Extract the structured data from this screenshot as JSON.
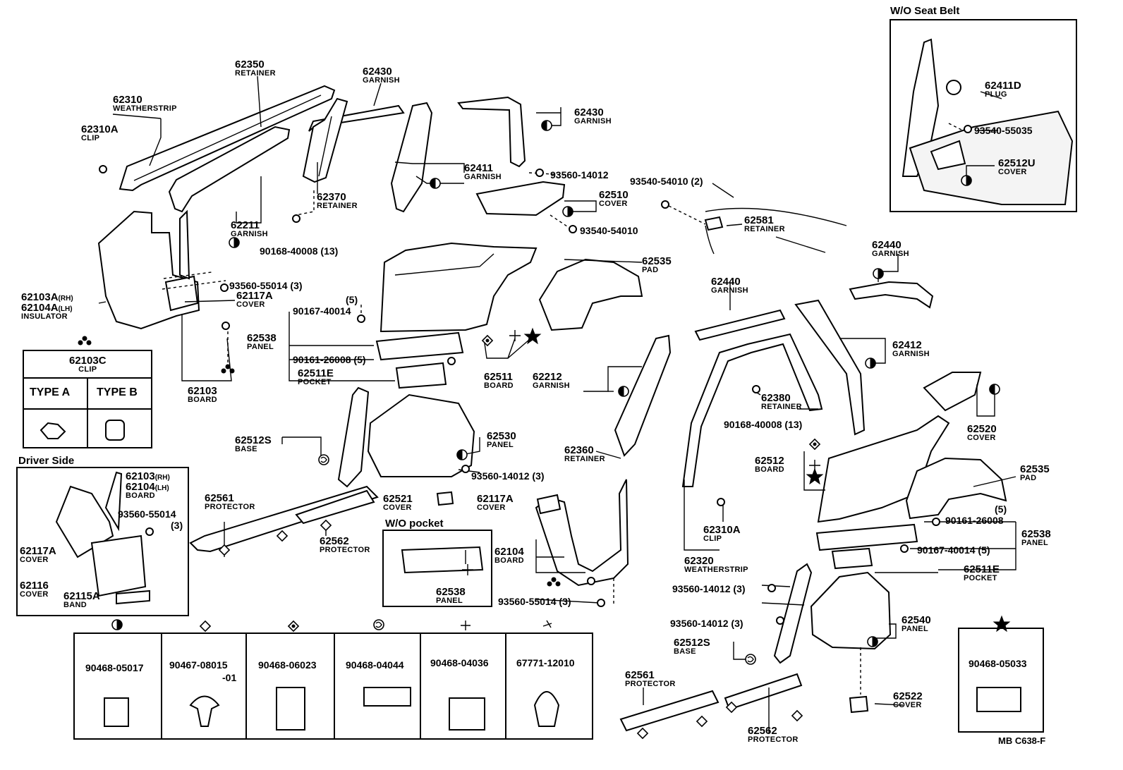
{
  "parts": {
    "p62350": {
      "num": "62350",
      "desc": "RETAINER"
    },
    "p62310_top": {
      "num": "62310",
      "desc": "WEATHERSTRIP"
    },
    "p62310A_top": {
      "num": "62310A",
      "desc": "CLIP"
    },
    "p62430_a": {
      "num": "62430",
      "desc": "GARNISH"
    },
    "p62430_b": {
      "num": "62430",
      "desc": "GARNISH"
    },
    "p62411": {
      "num": "62411",
      "desc": "GARNISH"
    },
    "p62370": {
      "num": "62370",
      "desc": "RETAINER"
    },
    "p62211": {
      "num": "62211",
      "desc": "GARNISH"
    },
    "p62510": {
      "num": "62510",
      "desc": "COVER"
    },
    "p62581": {
      "num": "62581",
      "desc": "RETAINER"
    },
    "p62535_a": {
      "num": "62535",
      "desc": "PAD"
    },
    "p62117A_a": {
      "num": "62117A",
      "desc": "COVER"
    },
    "p62103AB": {
      "num1": "62103A",
      "suf1": "(RH)",
      "num2": "62104A",
      "suf2": "(LH)",
      "desc": "INSULATOR"
    },
    "p62538_a": {
      "num": "62538",
      "desc": "PANEL"
    },
    "p62511E_a": {
      "num": "62511E",
      "desc": "POCKET"
    },
    "p62511": {
      "num": "62511",
      "desc": "BOARD"
    },
    "p62212": {
      "num": "62212",
      "desc": "GARNISH"
    },
    "p62440_a": {
      "num": "62440",
      "desc": "GARNISH"
    },
    "p62440_b": {
      "num": "62440",
      "desc": "GARNISH"
    },
    "p62412": {
      "num": "62412",
      "desc": "GARNISH"
    },
    "p62380": {
      "num": "62380",
      "desc": "RETAINER"
    },
    "p62103": {
      "num": "62103",
      "desc": "BOARD"
    },
    "p62512S_a": {
      "num": "62512S",
      "desc": "BASE"
    },
    "p62530": {
      "num": "62530",
      "desc": "PANEL"
    },
    "p62360": {
      "num": "62360",
      "desc": "RETAINER"
    },
    "p62520": {
      "num": "62520",
      "desc": "COVER"
    },
    "p62512": {
      "num": "62512",
      "desc": "BOARD"
    },
    "p62535_b": {
      "num": "62535",
      "desc": "PAD"
    },
    "p62561_a": {
      "num": "62561",
      "desc": "PROTECTOR"
    },
    "p62562_a": {
      "num": "62562",
      "desc": "PROTECTOR"
    },
    "p62521": {
      "num": "62521",
      "desc": "COVER"
    },
    "p62117A_b": {
      "num": "62117A",
      "desc": "COVER"
    },
    "p62104": {
      "num": "62104",
      "desc": "BOARD"
    },
    "p62310A_b": {
      "num": "62310A",
      "desc": "CLIP"
    },
    "p62320": {
      "num": "62320",
      "desc": "WEATHERSTRIP"
    },
    "p62538_b": {
      "num": "62538",
      "desc": "PANEL"
    },
    "p62511E_b": {
      "num": "62511E",
      "desc": "POCKET"
    },
    "p62540": {
      "num": "62540",
      "desc": "PANEL"
    },
    "p62512S_b": {
      "num": "62512S",
      "desc": "BASE"
    },
    "p62561_b": {
      "num": "62561",
      "desc": "PROTECTOR"
    },
    "p62562_b": {
      "num": "62562",
      "desc": "PROTECTOR"
    },
    "p62522": {
      "num": "62522",
      "desc": "COVER"
    },
    "p62538_c": {
      "num": "62538",
      "desc": "PANEL"
    },
    "p62411D": {
      "num": "62411D",
      "desc": "PLUG"
    },
    "p62512U": {
      "num": "62512U",
      "desc": "COVER"
    },
    "p62103_ds": {
      "num1": "62103",
      "suf1": "(RH)",
      "num2": "62104",
      "suf2": "(LH)",
      "desc": "BOARD"
    },
    "p62117A_ds": {
      "num": "62117A",
      "desc": "COVER"
    },
    "p62116_ds": {
      "num": "62116",
      "desc": "COVER"
    },
    "p62115A_ds": {
      "num": "62115A",
      "desc": "BAND"
    }
  },
  "refs": {
    "r93560_14012_a": "93560-14012",
    "r90168_40008_a": "90168-40008 (13)",
    "r93540_54010_a": "93540-54010 (2)",
    "r93540_54010_b": "93540-54010",
    "r93560_55014_a": "93560-55014 (3)",
    "r5_a": "(5)",
    "r90167_40014_a": "90167-40014",
    "r90161_26008_a": "90161-26008 (5)",
    "r90168_40008_b": "90168-40008 (13)",
    "r93560_14012_b": "93560-14012 (3)",
    "r93560_55014_b": "93560-55014 (3)",
    "r5_b": "(5)",
    "r90161_26008_b": "90161-26008",
    "r90167_40014_b": "90167-40014 (5)",
    "r93560_14012_c": "93560-14012 (3)",
    "r93560_14012_d": "93560-14012 (3)",
    "r93540_55035": "93540-55035",
    "r93560_55014_ds": "93560-55014",
    "r3_ds": "(3)"
  },
  "clip_box": {
    "num": "62103C",
    "desc": "CLIP",
    "type_a": "TYPE  A",
    "type_b": "TYPE  B"
  },
  "panels": {
    "wo_seat_belt": "W/O Seat Belt",
    "driver_side": "Driver Side",
    "wo_pocket": "W/O pocket"
  },
  "fastener_table": [
    {
      "symbol": "half-circle-icon",
      "part": "90468-05017"
    },
    {
      "symbol": "diamond-icon",
      "part": "90467-08015",
      "part2": "-01"
    },
    {
      "symbol": "four-dot-diamond-icon",
      "part": "90468-06023"
    },
    {
      "symbol": "circled-s-icon",
      "part": "90468-04044"
    },
    {
      "symbol": "cross-arrows-icon",
      "part": "90468-04036"
    },
    {
      "symbol": "pinwheel-icon",
      "part": "67771-12010"
    }
  ],
  "star_box": {
    "symbol": "star-icon",
    "part": "90468-05033"
  },
  "footer_code": "MB  C638-F"
}
